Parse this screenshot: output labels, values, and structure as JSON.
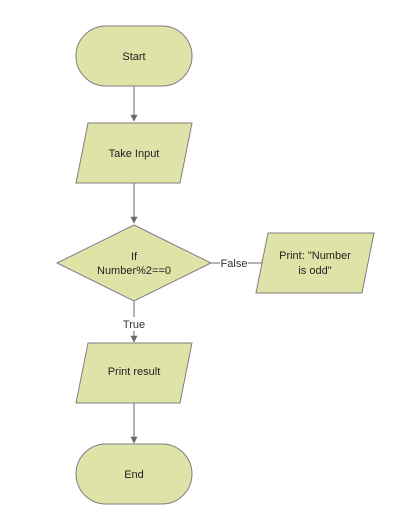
{
  "colors": {
    "node_fill": "#dfe3a7",
    "node_stroke": "#7f7f7f",
    "edge": "#6a6a6a",
    "background": "#ffffff"
  },
  "nodes": {
    "start": {
      "label": "Start",
      "shape": "terminator"
    },
    "take_input": {
      "label": "Take Input",
      "shape": "parallelogram"
    },
    "decision": {
      "label_line1": "If",
      "label_line2": "Number%2==0",
      "shape": "diamond"
    },
    "print_odd": {
      "label_line1": "Print: \"Number",
      "label_line2": "is odd\"",
      "shape": "parallelogram"
    },
    "print_result": {
      "label": "Print result",
      "shape": "parallelogram"
    },
    "end": {
      "label": "End",
      "shape": "terminator"
    }
  },
  "edges": {
    "false_label": "False",
    "true_label": "True"
  }
}
